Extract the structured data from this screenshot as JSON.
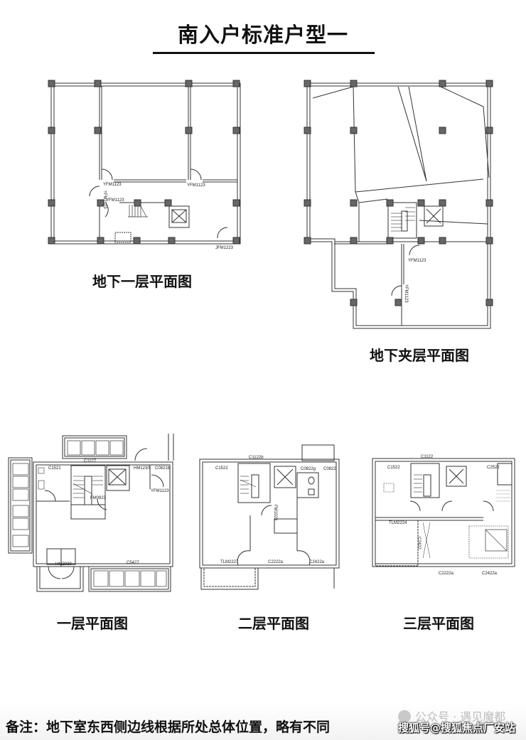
{
  "title": "南入户标准户型一",
  "plans": {
    "b1": {
      "label": "地下一层平面图",
      "codes": [
        "YFM1123",
        "YFM1123",
        "YFM1123",
        "YFM1123",
        "JFM1223"
      ]
    },
    "mezzanine": {
      "label": "地下夹层平面图",
      "codes": [
        "YFM1123",
        "YFM1123"
      ]
    },
    "f1": {
      "label": "一层平面图",
      "codes": [
        "C1521",
        "C1127",
        "HM1230",
        "C0821b",
        "YFM1123",
        "FM0923",
        "HM2030",
        "C5427"
      ]
    },
    "f2": {
      "label": "二层平面图",
      "codes": [
        "C1122b",
        "C1522",
        "C0822g",
        "C0822",
        "FM1023",
        "TLM2227",
        "C2222a",
        "C2422a"
      ]
    },
    "f3": {
      "label": "三层平面图",
      "codes": [
        "C1122",
        "C1522",
        "C2522",
        "TLM2224",
        "C2422",
        "C2222a",
        "C2422a"
      ]
    }
  },
  "footer": {
    "note": "备注：地下室东西侧边线根据所处总体位置，略有不同",
    "watermark_wechat": "公众号 · 遇见魔都",
    "watermark_sohu": "搜狐号@搜狐焦点厂安站"
  }
}
